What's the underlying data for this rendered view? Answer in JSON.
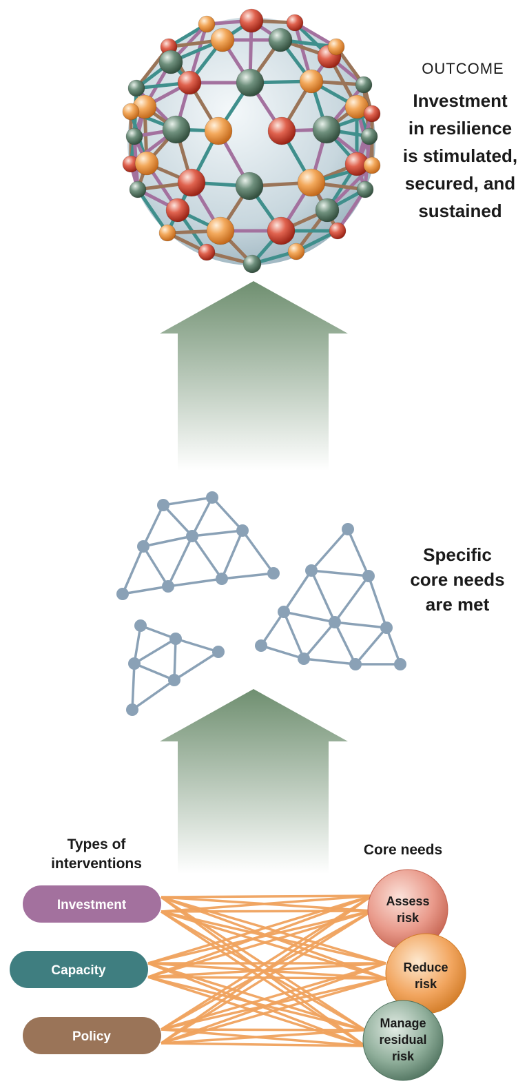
{
  "outcome": {
    "label": "OUTCOME",
    "lines": [
      "Investment",
      "in resilience",
      "is stimulated,",
      "secured, and",
      "sustained"
    ]
  },
  "core_needs_met": {
    "lines": [
      "Specific",
      "core needs",
      "are met"
    ]
  },
  "interventions": {
    "heading_lines": [
      "Types of",
      "interventions"
    ],
    "items": [
      {
        "label": "Investment",
        "color": "#a3719e"
      },
      {
        "label": "Capacity",
        "color": "#3f7e80"
      },
      {
        "label": "Policy",
        "color": "#9a7458"
      }
    ]
  },
  "core_needs": {
    "heading": "Core needs",
    "items": [
      {
        "lines": [
          "Assess",
          "risk"
        ],
        "color": "#e4948a"
      },
      {
        "lines": [
          "Reduce",
          "risk"
        ],
        "color": "#f0a35e"
      },
      {
        "lines": [
          "Manage",
          "residual",
          "risk"
        ],
        "color": "#7a9c88"
      }
    ]
  },
  "colors": {
    "arrow": "#7c9a7e",
    "connector": "#f0a35e",
    "network": "#8aa1b6",
    "sphere_edge_teal": "#3f8f8c",
    "sphere_edge_purple": "#a3719e",
    "sphere_edge_brown": "#9a7458",
    "ball_red": "#d24a3a",
    "ball_orange": "#f0a35e",
    "ball_green": "#5e7f6c"
  }
}
